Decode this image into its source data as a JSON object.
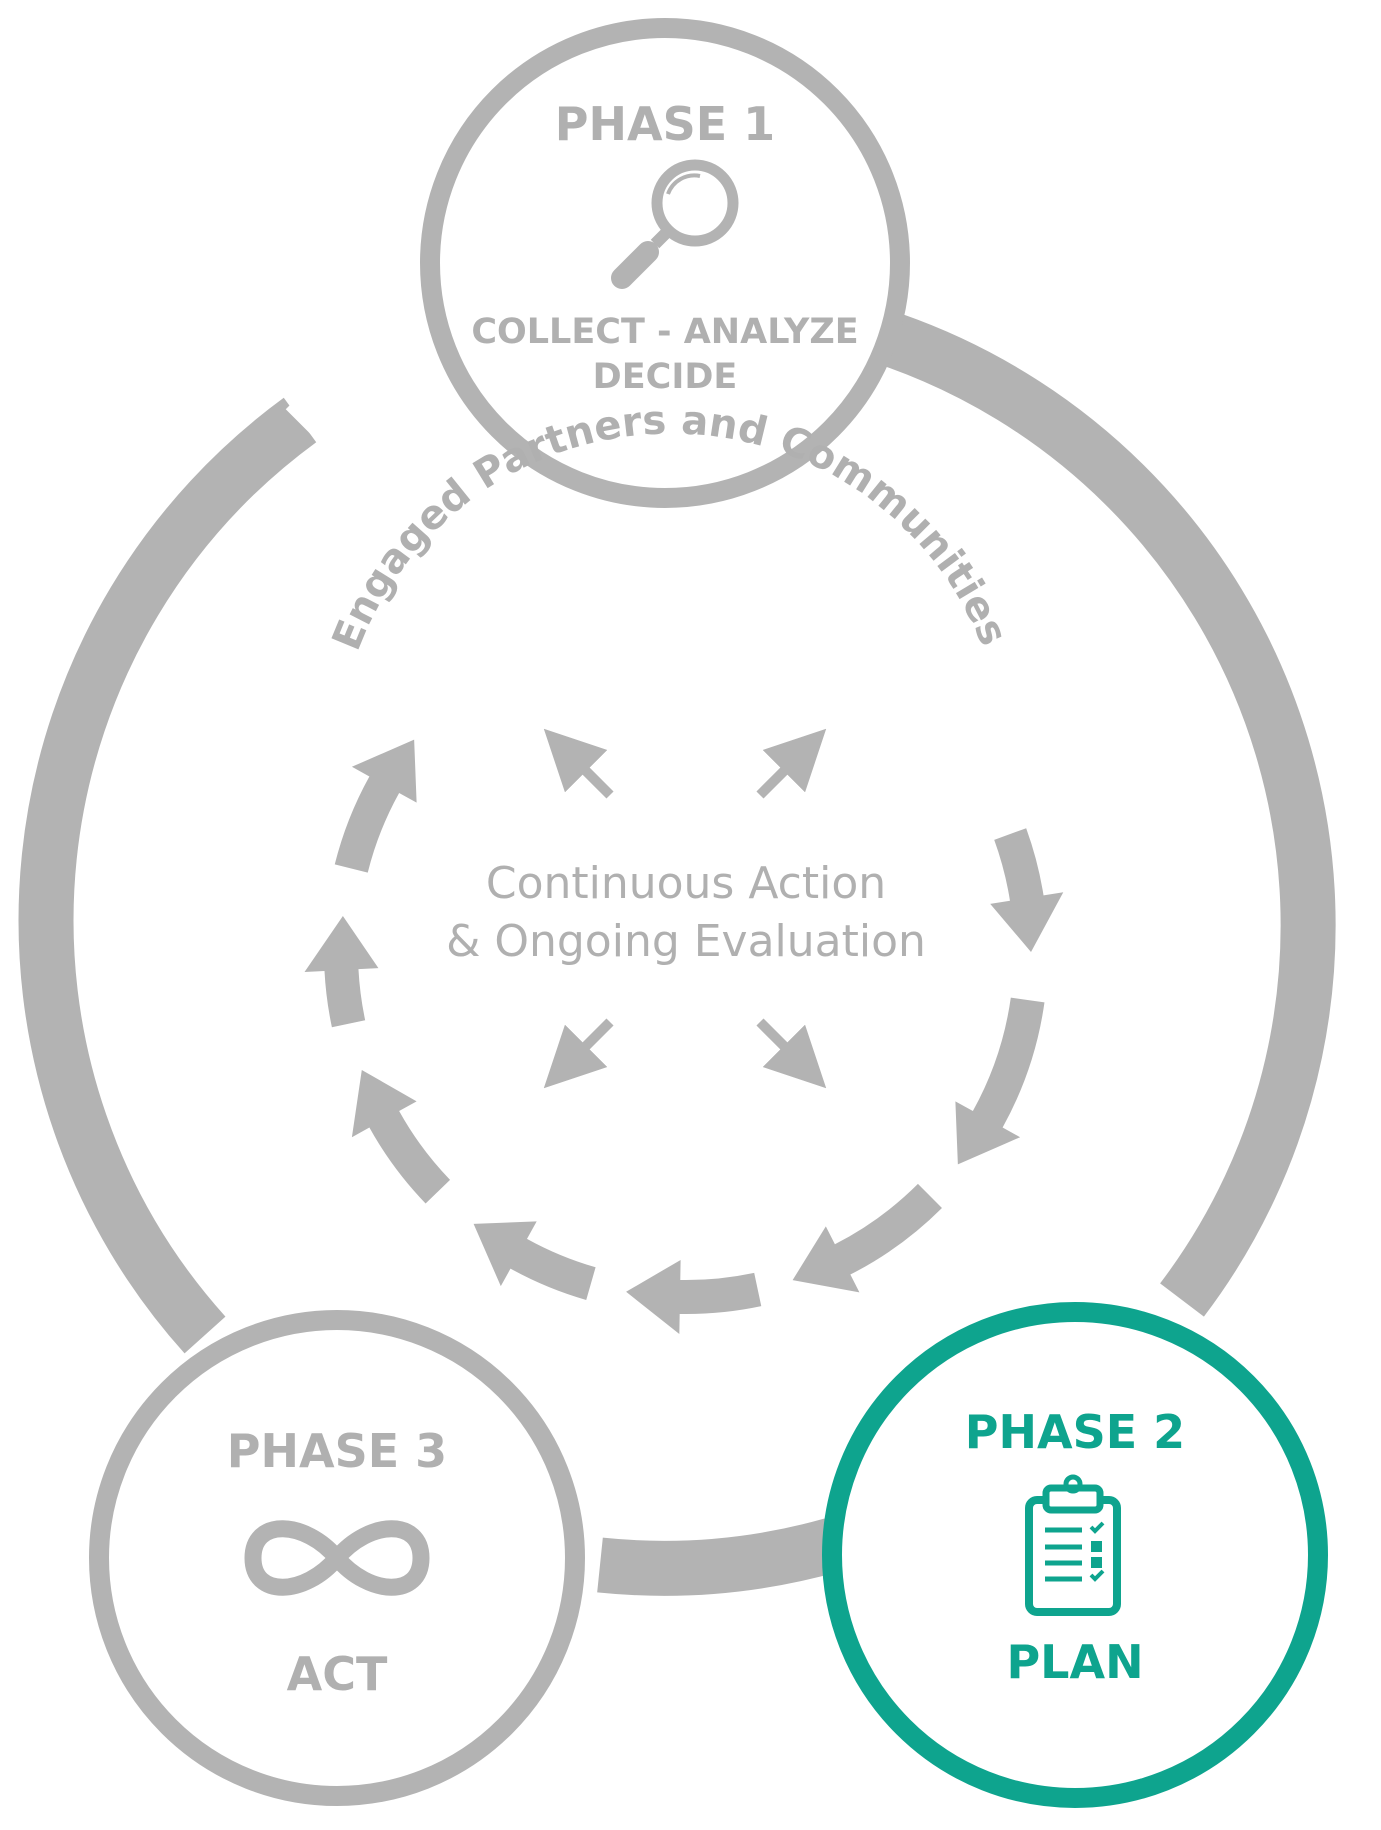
{
  "colors": {
    "gray": "#b3b3b3",
    "text_gray": "#b0b0b0",
    "teal": "#0ea48e",
    "background": "#ffffff"
  },
  "phase1": {
    "title": "PHASE 1",
    "label_line1": "COLLECT - ANALYZE",
    "label_line2": "DECIDE",
    "icon": "magnifying-glass-icon"
  },
  "phase2": {
    "title": "PHASE 2",
    "label": "PLAN",
    "icon": "clipboard-checklist-icon",
    "highlighted": true
  },
  "phase3": {
    "title": "PHASE 3",
    "label": "ACT",
    "icon": "infinity-icon"
  },
  "arc_text": "Engaged Partners and Communities",
  "center": {
    "line1": "Continuous Action",
    "line2": "& Ongoing Evaluation"
  }
}
